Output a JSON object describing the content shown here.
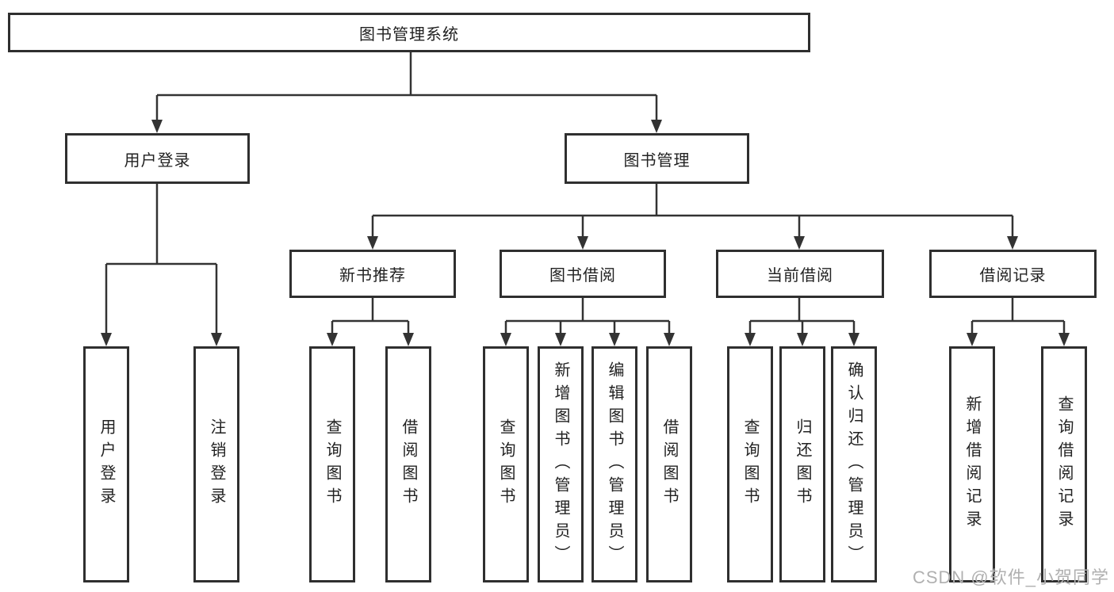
{
  "tree": {
    "root": {
      "label": "图书管理系统"
    },
    "branches": [
      {
        "label": "用户登录",
        "children": [
          {
            "label": "用户登录"
          },
          {
            "label": "注销登录"
          }
        ]
      },
      {
        "label": "图书管理",
        "children": [
          {
            "label": "新书推荐",
            "children": [
              {
                "label": "查询图书"
              },
              {
                "label": "借阅图书"
              }
            ]
          },
          {
            "label": "图书借阅",
            "children": [
              {
                "label": "查询图书"
              },
              {
                "label": "新增图书（管理员）"
              },
              {
                "label": "编辑图书（管理员）"
              },
              {
                "label": "借阅图书"
              }
            ]
          },
          {
            "label": "当前借阅",
            "children": [
              {
                "label": "查询图书"
              },
              {
                "label": "归还图书"
              },
              {
                "label": "确认归还（管理员）"
              }
            ]
          },
          {
            "label": "借阅记录",
            "children": [
              {
                "label": "新增借阅记录"
              },
              {
                "label": "查询借阅记录"
              }
            ]
          }
        ]
      }
    ]
  },
  "watermark": {
    "text": "CSDN @软件_小贺同学"
  },
  "colors": {
    "line": "#333333",
    "border": "#2f2f2f",
    "text": "#222222",
    "watermark": "#b0b0b0"
  }
}
